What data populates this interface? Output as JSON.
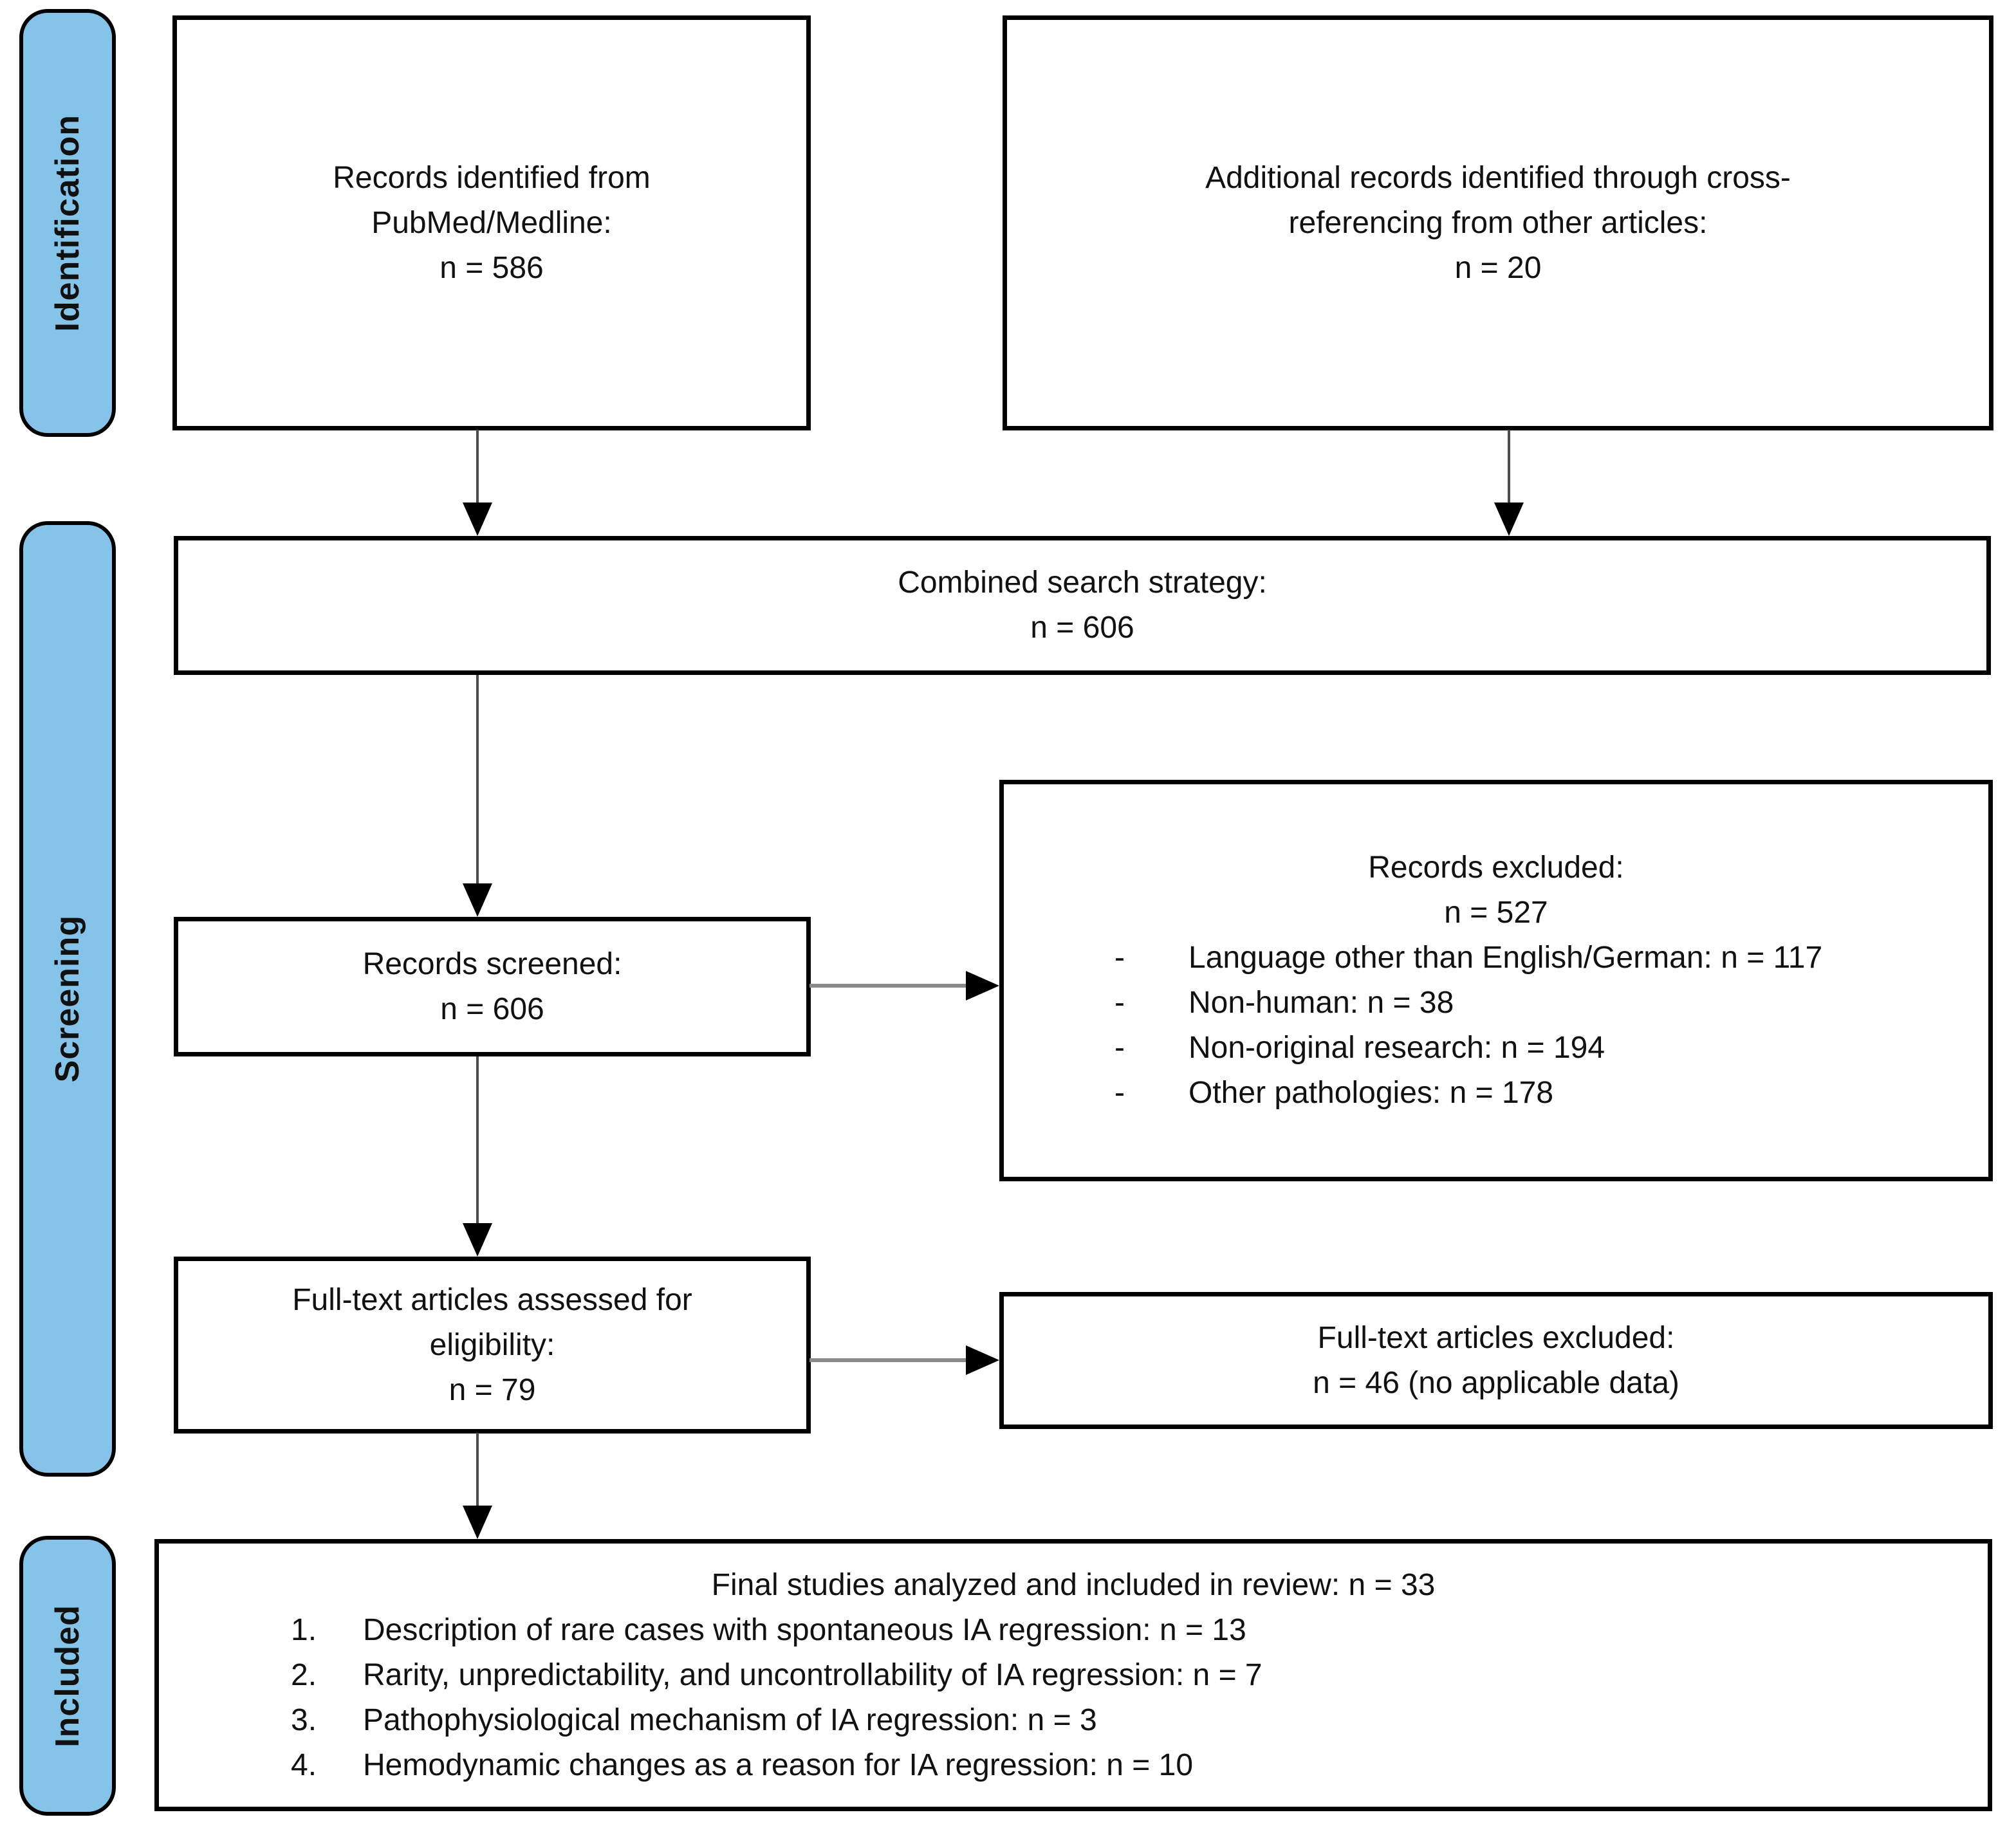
{
  "stages": [
    {
      "label": "Identification"
    },
    {
      "label": "Screening"
    },
    {
      "label": "Included"
    }
  ],
  "boxes": {
    "records_identified": {
      "lines": [
        "Records identified from",
        "PubMed/Medline:",
        "n = 586"
      ]
    },
    "additional_records": {
      "lines": [
        "Additional records identified through cross-",
        "referencing from other articles:",
        "n = 20"
      ]
    },
    "combined": {
      "lines": [
        "Combined search strategy:",
        "n = 606"
      ]
    },
    "records_screened": {
      "lines": [
        "Records screened:",
        "n = 606"
      ]
    },
    "records_excluded": {
      "title": "Records excluded:",
      "count": "n = 527",
      "marker": "-",
      "items": [
        "Language other than English/German: n = 117",
        "Non-human: n = 38",
        "Non-original research: n = 194",
        "Other pathologies: n = 178"
      ]
    },
    "fulltext_assessed": {
      "lines": [
        "Full-text articles assessed for",
        "eligibility:",
        "n = 79"
      ]
    },
    "fulltext_excluded": {
      "lines": [
        "Full-text articles excluded:",
        "n = 46 (no applicable data)"
      ]
    },
    "final": {
      "title": "Final studies analyzed and included in review: n = 33",
      "items": [
        {
          "num": "1.",
          "text": "Description of rare cases with spontaneous IA regression: n = 13"
        },
        {
          "num": "2.",
          "text": "Rarity, unpredictability, and uncontrollability of IA regression: n = 7"
        },
        {
          "num": "3.",
          "text": "Pathophysiological mechanism of IA regression: n = 3"
        },
        {
          "num": "4.",
          "text": "Hemodynamic changes as a reason for IA regression: n = 10"
        }
      ]
    }
  },
  "colors": {
    "stage_fill": "#85C3E8",
    "box_border": "#000000",
    "connector_line": "#8A8A8A",
    "arrowhead": "#000000"
  }
}
